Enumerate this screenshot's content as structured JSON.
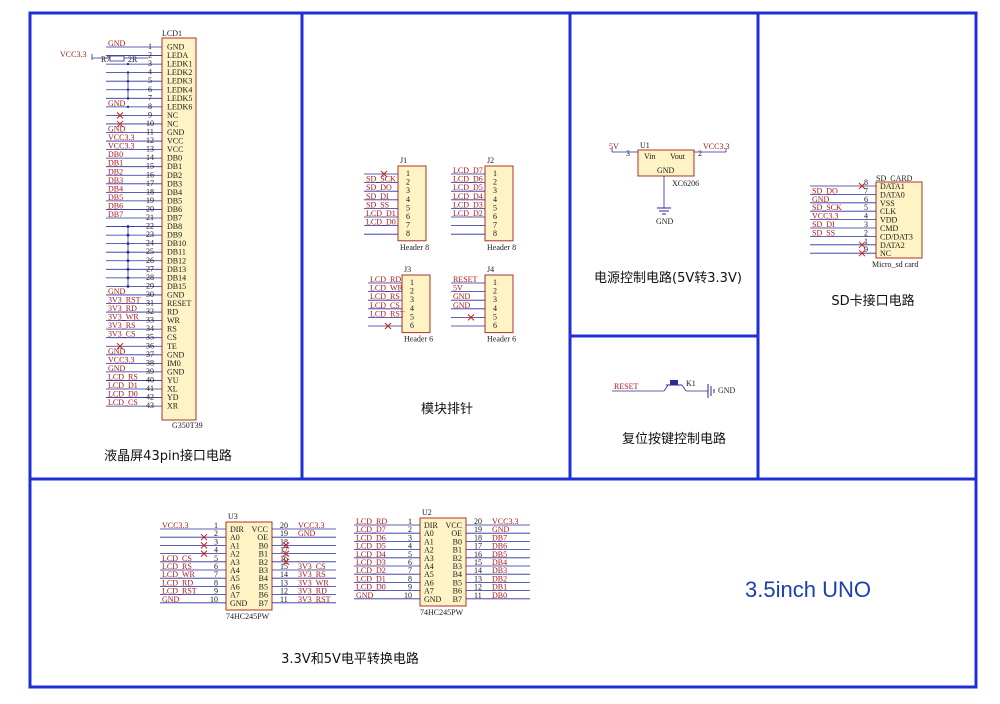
{
  "panels": {
    "lcd": "液晶屏43pin接口电路",
    "header": "模块排针",
    "power": "电源控制电路(5V转3.3V)",
    "sd": "SD卡接口电路",
    "reset": "复位按键控制电路",
    "level": "3.3V和5V电平转换电路",
    "board": "3.5inch UNO"
  },
  "lcd": {
    "ref": "LCD1",
    "part": "G350T39",
    "r7_ref": "R7",
    "r7_val": "2R",
    "vcc_label": "VCC3.3",
    "pins": [
      {
        "n": "1",
        "name": "GND",
        "net": "GND"
      },
      {
        "n": "2",
        "name": "LEDA",
        "net": ""
      },
      {
        "n": "3",
        "name": "LEDK1",
        "net": ""
      },
      {
        "n": "4",
        "name": "LEDK2",
        "net": ""
      },
      {
        "n": "5",
        "name": "LEDK3",
        "net": ""
      },
      {
        "n": "6",
        "name": "LEDK4",
        "net": ""
      },
      {
        "n": "7",
        "name": "LEDK5",
        "net": ""
      },
      {
        "n": "8",
        "name": "LEDK6",
        "net": "GND"
      },
      {
        "n": "9",
        "name": "NC",
        "net": ""
      },
      {
        "n": "10",
        "name": "NC",
        "net": ""
      },
      {
        "n": "11",
        "name": "GND",
        "net": "GND"
      },
      {
        "n": "12",
        "name": "VCC",
        "net": "VCC3.3"
      },
      {
        "n": "13",
        "name": "VCC",
        "net": "VCC3.3"
      },
      {
        "n": "14",
        "name": "DB0",
        "net": "DB0"
      },
      {
        "n": "15",
        "name": "DB1",
        "net": "DB1"
      },
      {
        "n": "16",
        "name": "DB2",
        "net": "DB2"
      },
      {
        "n": "17",
        "name": "DB3",
        "net": "DB3"
      },
      {
        "n": "18",
        "name": "DB4",
        "net": "DB4"
      },
      {
        "n": "19",
        "name": "DB5",
        "net": "DB5"
      },
      {
        "n": "20",
        "name": "DB6",
        "net": "DB6"
      },
      {
        "n": "21",
        "name": "DB7",
        "net": "DB7"
      },
      {
        "n": "22",
        "name": "DB8",
        "net": ""
      },
      {
        "n": "23",
        "name": "DB9",
        "net": ""
      },
      {
        "n": "24",
        "name": "DB10",
        "net": ""
      },
      {
        "n": "25",
        "name": "DB11",
        "net": ""
      },
      {
        "n": "26",
        "name": "DB12",
        "net": ""
      },
      {
        "n": "27",
        "name": "DB13",
        "net": ""
      },
      {
        "n": "28",
        "name": "DB14",
        "net": ""
      },
      {
        "n": "29",
        "name": "DB15",
        "net": ""
      },
      {
        "n": "30",
        "name": "GND",
        "net": "GND"
      },
      {
        "n": "31",
        "name": "RESET",
        "net": "3V3_RST"
      },
      {
        "n": "32",
        "name": "RD",
        "net": "3V3_RD"
      },
      {
        "n": "33",
        "name": "WR",
        "net": "3V3_WR"
      },
      {
        "n": "34",
        "name": "RS",
        "net": "3V3_RS"
      },
      {
        "n": "35",
        "name": "CS",
        "net": "3V3_CS"
      },
      {
        "n": "36",
        "name": "TE",
        "net": ""
      },
      {
        "n": "37",
        "name": "GND",
        "net": "GND"
      },
      {
        "n": "38",
        "name": "IM0",
        "net": "VCC3.3"
      },
      {
        "n": "39",
        "name": "GND",
        "net": "GND"
      },
      {
        "n": "40",
        "name": "YU",
        "net": "LCD_RS"
      },
      {
        "n": "41",
        "name": "XL",
        "net": "LCD_D1"
      },
      {
        "n": "42",
        "name": "YD",
        "net": "LCD_D0"
      },
      {
        "n": "43",
        "name": "XR",
        "net": "LCD_CS"
      }
    ]
  },
  "headers": {
    "j1": {
      "ref": "J1",
      "part": "Header 8",
      "pins": [
        "1",
        "2",
        "3",
        "4",
        "5",
        "6",
        "7",
        "8"
      ],
      "nets": [
        "",
        "SD_SCK",
        "SD_DO",
        "SD_DI",
        "SD_SS",
        "LCD_D1",
        "LCD_D0",
        ""
      ]
    },
    "j2": {
      "ref": "J2",
      "part": "Header 8",
      "pins": [
        "1",
        "2",
        "3",
        "4",
        "5",
        "6",
        "7",
        "8"
      ],
      "nets": [
        "LCD_D7",
        "LCD_D6",
        "LCD_D5",
        "LCD_D4",
        "LCD_D3",
        "LCD_D2",
        "",
        ""
      ]
    },
    "j3": {
      "ref": "J3",
      "part": "Header 6",
      "pins": [
        "1",
        "2",
        "3",
        "4",
        "5",
        "6"
      ],
      "nets": [
        "LCD_RD",
        "LCD_WR",
        "LCD_RS",
        "LCD_CS",
        "LCD_RST",
        ""
      ]
    },
    "j4": {
      "ref": "J4",
      "part": "Header 6",
      "pins": [
        "1",
        "2",
        "3",
        "4",
        "5",
        "6"
      ],
      "nets": [
        "RESET",
        "5V",
        "GND",
        "GND",
        "",
        ""
      ]
    }
  },
  "power": {
    "in_net": "5V",
    "out_net": "VCC3.3",
    "ref": "U1",
    "part": "XC6206",
    "vin": "Vin",
    "vout": "Vout",
    "gnd_pin": "GND",
    "pin_in": "3",
    "pin_out": "2",
    "gnd_label": "GND"
  },
  "sd": {
    "ref": "SD_CARD",
    "part": "Micro_sd card",
    "pins": [
      {
        "n": "8",
        "name": "DATA1",
        "net": ""
      },
      {
        "n": "7",
        "name": "DATA0",
        "net": "SD_DO"
      },
      {
        "n": "6",
        "name": "VSS",
        "net": "GND"
      },
      {
        "n": "5",
        "name": "CLK",
        "net": "SD_SCK"
      },
      {
        "n": "4",
        "name": "VDD",
        "net": "VCC3.3"
      },
      {
        "n": "3",
        "name": "CMD",
        "net": "SD_DI"
      },
      {
        "n": "2",
        "name": "CD/DAT3",
        "net": "SD_SS"
      },
      {
        "n": "1",
        "name": "DATA2",
        "net": ""
      },
      {
        "n": "9",
        "name": "NC",
        "net": ""
      }
    ]
  },
  "reset": {
    "net": "RESET",
    "ref": "K1",
    "gnd_label": "GND"
  },
  "u3": {
    "ref": "U3",
    "part": "74HC245PW",
    "left": [
      {
        "n": "1",
        "name": "DIR",
        "net": "VCC3.3"
      },
      {
        "n": "2",
        "name": "A0",
        "net": ""
      },
      {
        "n": "3",
        "name": "A1",
        "net": ""
      },
      {
        "n": "4",
        "name": "A2",
        "net": ""
      },
      {
        "n": "5",
        "name": "A3",
        "net": "LCD_CS"
      },
      {
        "n": "6",
        "name": "A4",
        "net": "LCD_RS"
      },
      {
        "n": "7",
        "name": "A5",
        "net": "LCD_WR"
      },
      {
        "n": "8",
        "name": "A6",
        "net": "LCD_RD"
      },
      {
        "n": "9",
        "name": "A7",
        "net": "LCD_RST"
      },
      {
        "n": "10",
        "name": "GND",
        "net": "GND"
      }
    ],
    "right": [
      {
        "n": "20",
        "name": "VCC",
        "net": "VCC3.3"
      },
      {
        "n": "19",
        "name": "OE",
        "net": "GND"
      },
      {
        "n": "18",
        "name": "B0",
        "net": ""
      },
      {
        "n": "17",
        "name": "B1",
        "net": ""
      },
      {
        "n": "16",
        "name": "B2",
        "net": ""
      },
      {
        "n": "15",
        "name": "B3",
        "net": "3V3_CS"
      },
      {
        "n": "14",
        "name": "B4",
        "net": "3V3_RS"
      },
      {
        "n": "13",
        "name": "B5",
        "net": "3V3_WR"
      },
      {
        "n": "12",
        "name": "B6",
        "net": "3V3_RD"
      },
      {
        "n": "11",
        "name": "B7",
        "net": "3V3_RST"
      }
    ]
  },
  "u2": {
    "ref": "U2",
    "part": "74HC245PW",
    "left": [
      {
        "n": "1",
        "name": "DIR",
        "net": "LCD_RD"
      },
      {
        "n": "2",
        "name": "A0",
        "net": "LCD_D7"
      },
      {
        "n": "3",
        "name": "A1",
        "net": "LCD_D6"
      },
      {
        "n": "4",
        "name": "A2",
        "net": "LCD_D5"
      },
      {
        "n": "5",
        "name": "A3",
        "net": "LCD_D4"
      },
      {
        "n": "6",
        "name": "A4",
        "net": "LCD_D3"
      },
      {
        "n": "7",
        "name": "A5",
        "net": "LCD_D2"
      },
      {
        "n": "8",
        "name": "A6",
        "net": "LCD_D1"
      },
      {
        "n": "9",
        "name": "A7",
        "net": "LCD_D0"
      },
      {
        "n": "10",
        "name": "GND",
        "net": "GND"
      }
    ],
    "right": [
      {
        "n": "20",
        "name": "VCC",
        "net": "VCC3.3"
      },
      {
        "n": "19",
        "name": "OE",
        "net": "GND"
      },
      {
        "n": "18",
        "name": "B0",
        "net": "DB7"
      },
      {
        "n": "17",
        "name": "B1",
        "net": "DB6"
      },
      {
        "n": "16",
        "name": "B2",
        "net": "DB5"
      },
      {
        "n": "15",
        "name": "B3",
        "net": "DB4"
      },
      {
        "n": "14",
        "name": "B4",
        "net": "DB3"
      },
      {
        "n": "13",
        "name": "B5",
        "net": "DB2"
      },
      {
        "n": "12",
        "name": "B6",
        "net": "DB1"
      },
      {
        "n": "11",
        "name": "B7",
        "net": "DB0"
      }
    ]
  },
  "colors": {
    "border": "#1f2fd6",
    "body": "#fdf3c4",
    "body_stroke": "#b0302a",
    "wire": "#2a2a9a",
    "net": "#b01818",
    "text": "#1a1a1a",
    "cross": "#c8201a"
  }
}
